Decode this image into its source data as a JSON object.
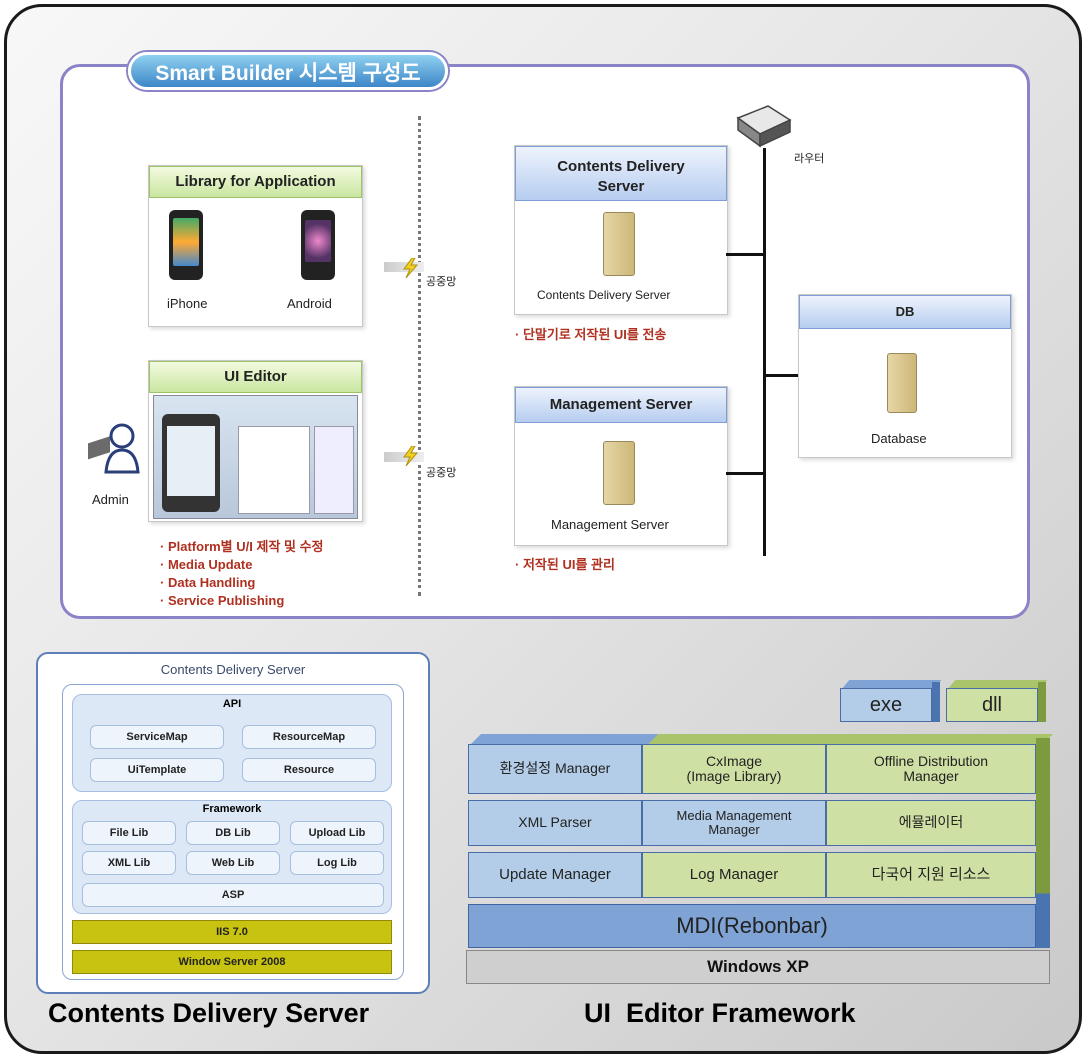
{
  "title": "Smart Builder 시스템 구성도",
  "library": {
    "header": "Library for Application",
    "iphone": "iPhone",
    "android": "Android"
  },
  "network": {
    "public1": "공중망",
    "public2": "공중망"
  },
  "ui_editor": {
    "header": "UI Editor",
    "admin": "Admin",
    "bullets": [
      "Platform별 U/I 제작 및 수정",
      "Media Update",
      "Data Handling",
      "Service Publishing"
    ]
  },
  "cds_top": {
    "header": "Contents Delivery Server",
    "label": "Contents Delivery Server",
    "note": "단말기로 저작된 UI를 전송"
  },
  "mgmt": {
    "header": "Management Server",
    "label": "Management Server",
    "note": "저작된 UI를 관리"
  },
  "router": {
    "label": "라우터"
  },
  "db": {
    "header": "DB",
    "label": "Database"
  },
  "cds_detail": {
    "title": "Contents Delivery Server",
    "api": {
      "title": "API",
      "items": [
        "ServiceMap",
        "ResourceMap",
        "UiTemplate",
        "Resource"
      ]
    },
    "framework": {
      "title": "Framework",
      "items": [
        "File Lib",
        "DB Lib",
        "Upload Lib",
        "XML Lib",
        "Web Lib",
        "Log Lib"
      ],
      "asp": "ASP"
    },
    "iis": "IIS 7.0",
    "os": "Window Server 2008",
    "caption": "Contents Delivery Server"
  },
  "ui_fw": {
    "exe": "exe",
    "dll": "dll",
    "rows": [
      [
        "환경설정 Manager",
        "CxImage\n(Image Library)",
        "Offline Distribution\nManager"
      ],
      [
        "XML Parser",
        "Media Management\nManager",
        "에뮬레이터"
      ],
      [
        "Update Manager",
        "Log Manager",
        "다국어 지원 리소스"
      ]
    ],
    "mdi": "MDI(Rebonbar)",
    "os": "Windows XP",
    "caption": "UI  Editor Framework"
  },
  "colors": {
    "frame": "#1a1a1a",
    "panel_border": "#8a83c7",
    "title_blue": "#3d86c8",
    "note_red": "#b03020",
    "fw_blue": "#b3cde8",
    "fw_green": "#cfe0a4",
    "iis_yellow": "#c8c210"
  }
}
